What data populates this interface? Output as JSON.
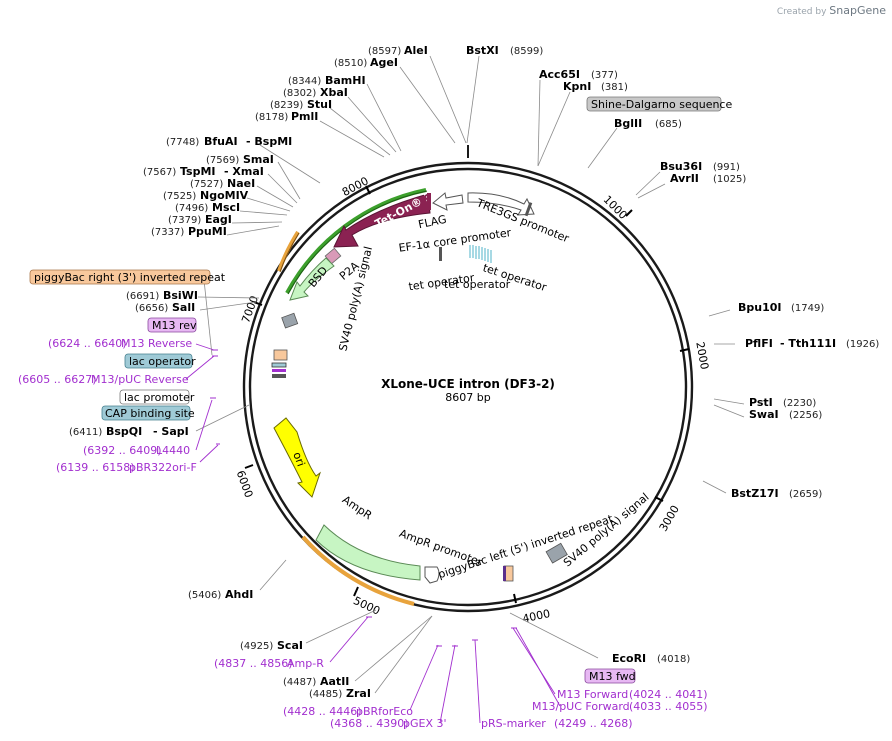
{
  "branding": {
    "created_by": "Created by",
    "app": "SnapGene"
  },
  "plasmid": {
    "name": "XLone-UCE intron (DF3-2)",
    "length": "8607 bp"
  },
  "ticks": [
    "1000",
    "2000",
    "3000",
    "4000",
    "5000",
    "6000",
    "7000",
    "8000"
  ],
  "sites": [
    {
      "name": "AleI",
      "pos": "(8597)"
    },
    {
      "name": "BstXI",
      "pos": "(8599)"
    },
    {
      "name": "AgeI",
      "pos": "(8510)"
    },
    {
      "name": "Acc65I",
      "pos": "(377)"
    },
    {
      "name": "KpnI",
      "pos": "(381)"
    },
    {
      "name": "BamHI",
      "pos": "(8344)"
    },
    {
      "name": "XbaI",
      "pos": "(8302)"
    },
    {
      "name": "StuI",
      "pos": "(8239)"
    },
    {
      "name": "PmlI",
      "pos": "(8178)"
    },
    {
      "name": "BglII",
      "pos": "(685)"
    },
    {
      "name": "BfuAI",
      "pos": "(7748)"
    },
    {
      "name": "BspMI",
      "pos": ""
    },
    {
      "name": "SmaI",
      "pos": "(7569)"
    },
    {
      "name": "TspMI",
      "pos": "(7567)"
    },
    {
      "name": "XmaI",
      "pos": ""
    },
    {
      "name": "NaeI",
      "pos": "(7527)"
    },
    {
      "name": "NgoMIV",
      "pos": "(7525)"
    },
    {
      "name": "MscI",
      "pos": "(7496)"
    },
    {
      "name": "EagI",
      "pos": "(7379)"
    },
    {
      "name": "PpuMI",
      "pos": "(7337)"
    },
    {
      "name": "Bsu36I",
      "pos": "(991)"
    },
    {
      "name": "AvrII",
      "pos": "(1025)"
    },
    {
      "name": "BsiWI",
      "pos": "(6691)"
    },
    {
      "name": "SalI",
      "pos": "(6656)"
    },
    {
      "name": "Bpu10I",
      "pos": "(1749)"
    },
    {
      "name": "PflFI",
      "pos": "(1926)"
    },
    {
      "name": "Tth111I",
      "pos": ""
    },
    {
      "name": "PstI",
      "pos": "(2230)"
    },
    {
      "name": "SwaI",
      "pos": "(2256)"
    },
    {
      "name": "BspQI",
      "pos": "(6411)"
    },
    {
      "name": "SapI",
      "pos": ""
    },
    {
      "name": "BstZ17I",
      "pos": "(2659)"
    },
    {
      "name": "AhdI",
      "pos": "(5406)"
    },
    {
      "name": "ScaI",
      "pos": "(4925)"
    },
    {
      "name": "AatII",
      "pos": "(4487)"
    },
    {
      "name": "ZraI",
      "pos": "(4485)"
    },
    {
      "name": "EcoRI",
      "pos": "(4018)"
    }
  ],
  "primers": [
    {
      "name": "M13 Reverse",
      "pos": "(6624 .. 6640)"
    },
    {
      "name": "M13/pUC Reverse",
      "pos": "(6605 .. 6627)"
    },
    {
      "name": "L4440",
      "pos": "(6392 .. 6409)"
    },
    {
      "name": "pBR322ori-F",
      "pos": "(6139 .. 6158)"
    },
    {
      "name": "Amp-R",
      "pos": "(4837 .. 4856)"
    },
    {
      "name": "pBRforEco",
      "pos": "(4428 .. 4446)"
    },
    {
      "name": "pGEX 3'",
      "pos": "(4368 .. 4390)"
    },
    {
      "name": "pRS-marker",
      "pos": "(4249 .. 4268)"
    },
    {
      "name": "M13 Forward",
      "pos": "(4024 .. 4041)"
    },
    {
      "name": "M13/pUC Forward",
      "pos": "(4033 .. 4055)"
    }
  ],
  "boxed_labels": [
    {
      "text": "Shine-Dalgarno sequence",
      "color": "#c8c8c8"
    },
    {
      "text": "piggyBac right (3') inverted repeat",
      "color": "#f8c89c"
    },
    {
      "text": "M13 rev",
      "color": "#e7b8f3"
    },
    {
      "text": "lac operator",
      "color": "#9fcad6"
    },
    {
      "text": "lac promoter",
      "color": "#ffffff"
    },
    {
      "text": "CAP binding site",
      "color": "#9fcad6"
    },
    {
      "text": "M13 fwd",
      "color": "#e7b8f3"
    }
  ],
  "features": {
    "flag": "FLAG",
    "tre": "TRE3GS promoter",
    "ef1a": "EF-1α core promoter",
    "teton": "Tet-On® 3G",
    "bsd": "BSD",
    "p2a": "P2A",
    "sv40_left": "SV40 poly(A) signal",
    "tetop1": "tet operator",
    "tetop2": "tet operator",
    "tetop3": "tet operator",
    "ori": "ori",
    "ampr": "AmpR",
    "ampr_prom": "AmpR promoter",
    "pb_left": "piggyBac left (5') inverted repeat",
    "sv40_right": "SV40 poly(A) signal"
  },
  "colors": {
    "backbone": "#1a1a1a",
    "teton": "#8b2252",
    "bsd": "#c7f5c3",
    "ampr": "#c7f5c3",
    "ori": "#ffff00",
    "orf_orange": "#e8a33c",
    "orf_green": "#3ca02c",
    "primer": "#a22fcf",
    "polyA": "#9aa3ab"
  }
}
